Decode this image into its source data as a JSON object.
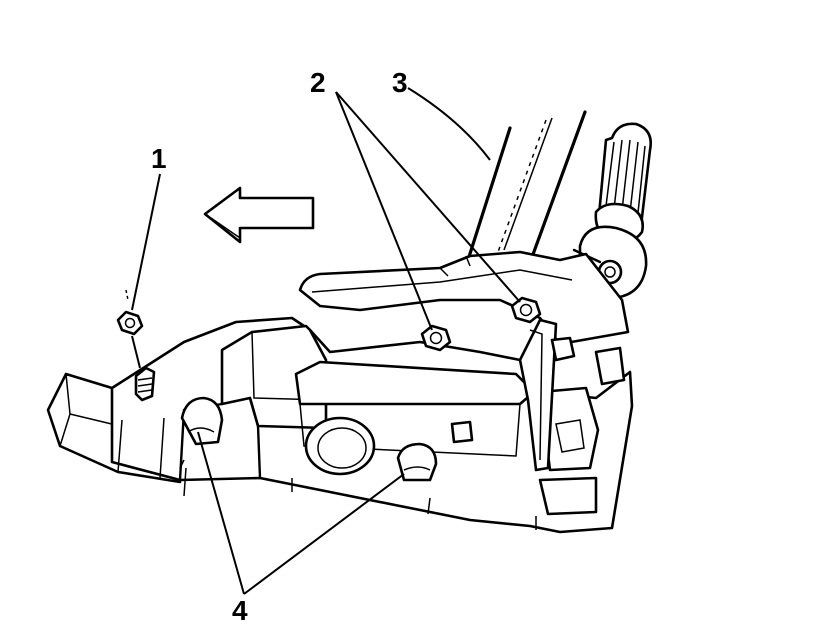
{
  "callouts": {
    "c1": "1",
    "c2": "2",
    "c3": "3",
    "c4": "4"
  },
  "colors": {
    "ink": "#000000",
    "paper": "#ffffff"
  },
  "icons": {
    "direction": "arrow-left-icon"
  }
}
